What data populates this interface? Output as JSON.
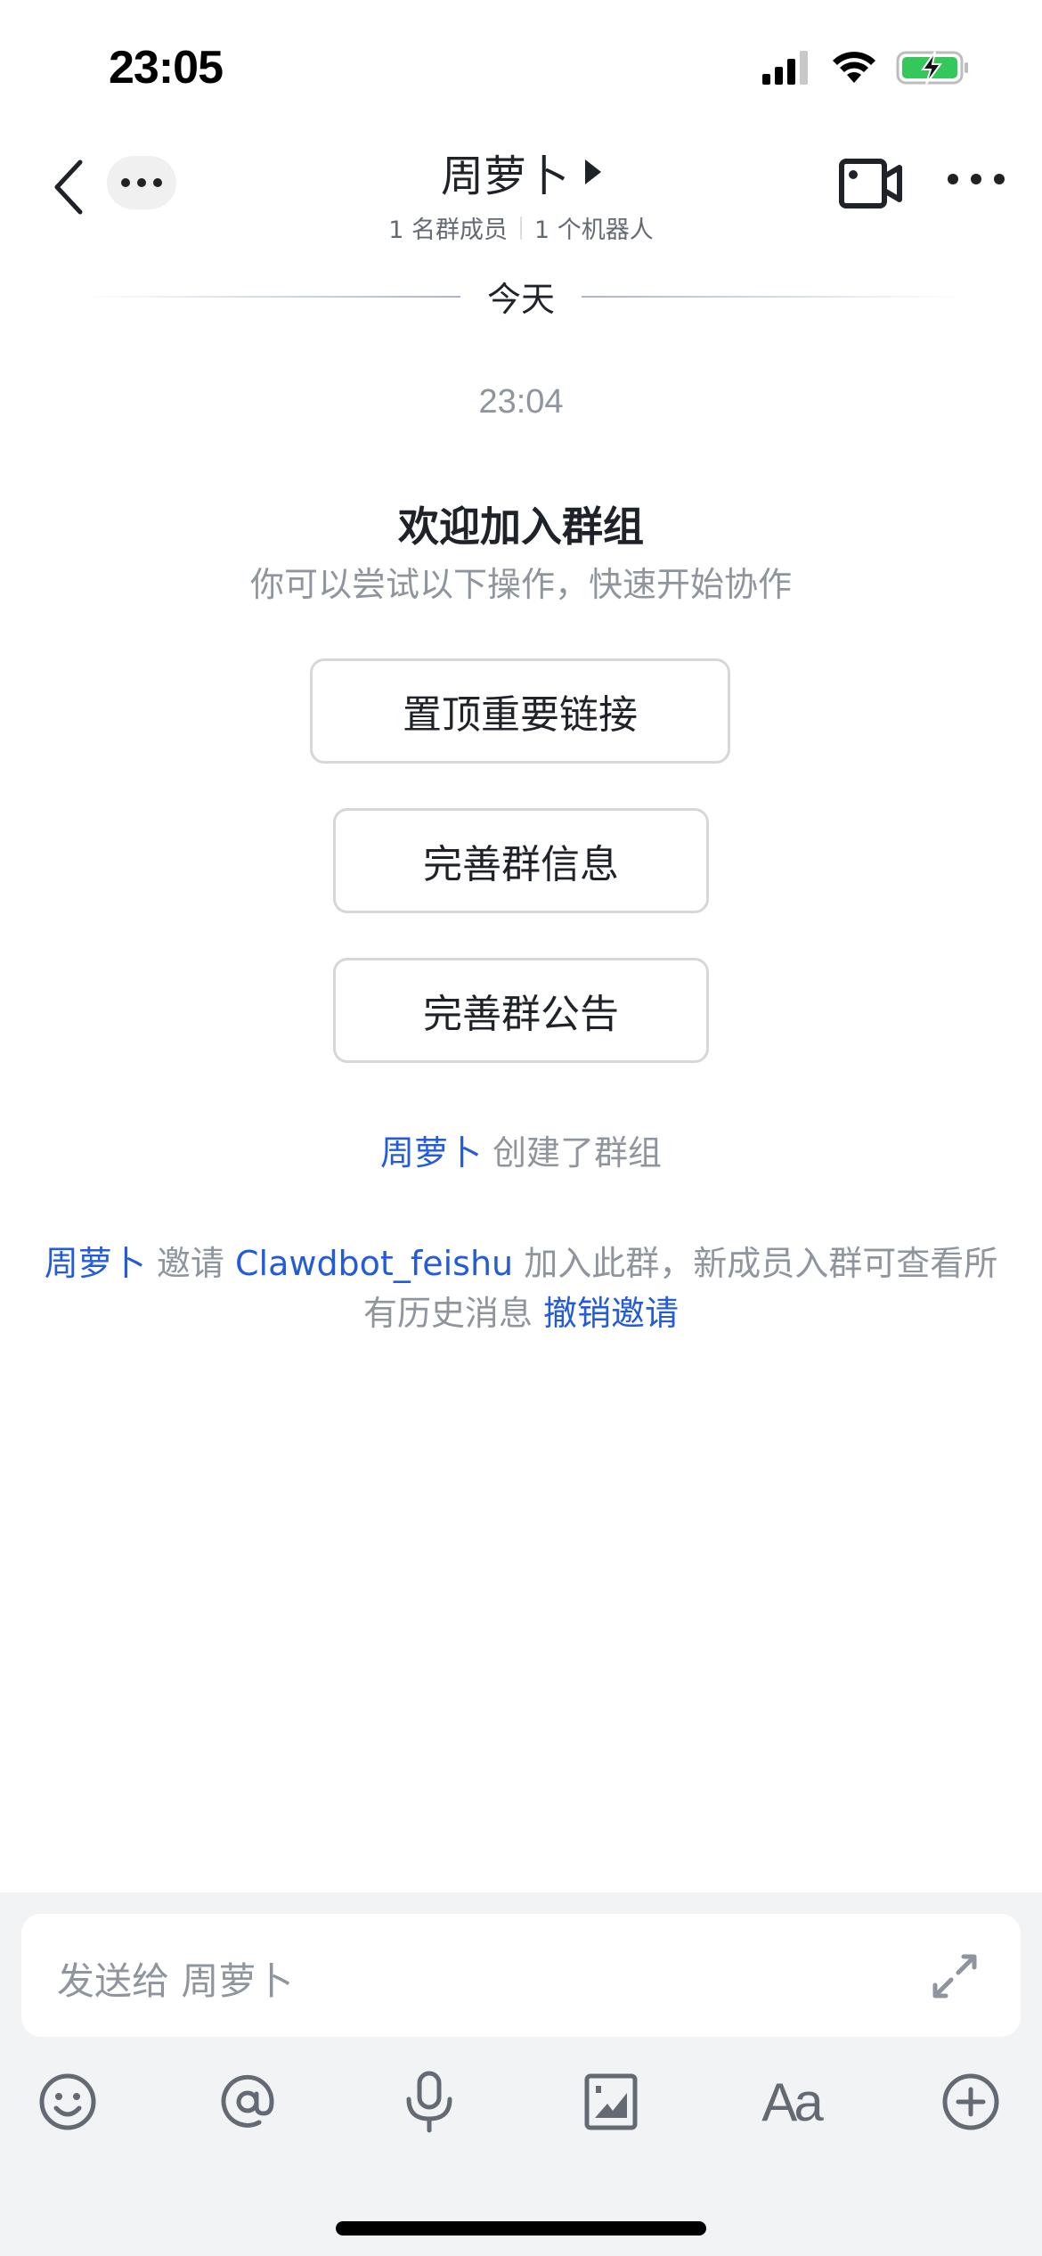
{
  "status_bar": {
    "time": "23:05",
    "icons": [
      "cellular-signal-icon",
      "wifi-icon",
      "battery-charging-icon"
    ],
    "battery_color": "#34c759"
  },
  "nav": {
    "back_icon": "chevron-left-icon",
    "more_pill_icon": "ellipsis-icon",
    "title": "周萝卜",
    "title_icon": "caret-right-icon",
    "members": "1 名群成员",
    "bots": "1 个机器人",
    "video_icon": "video-camera-icon",
    "menu_icon": "ellipsis-icon"
  },
  "chat": {
    "date_divider": "今天",
    "message_time": "23:04",
    "welcome": {
      "title": "欢迎加入群组",
      "subtitle": "你可以尝试以下操作，快速开始协作",
      "actions": [
        {
          "label": "置顶重要链接"
        },
        {
          "label": "完善群信息"
        },
        {
          "label": "完善群公告"
        }
      ]
    },
    "system_messages": {
      "created": {
        "actor": "周萝卜",
        "text": "创建了群组"
      },
      "invite": {
        "actor": "周萝卜",
        "verb": "邀请",
        "invitee": "Clawdbot_feishu",
        "text": "加入此群，新成员入群可查看所有历史消息",
        "action_link": "撤销邀请"
      }
    },
    "link_color": "#245bdb"
  },
  "composer": {
    "placeholder": "发送给 周萝卜",
    "expand_icon": "expand-arrows-icon",
    "tools": [
      {
        "name": "emoji-icon"
      },
      {
        "name": "mention-icon"
      },
      {
        "name": "microphone-icon"
      },
      {
        "name": "image-icon"
      },
      {
        "name": "text-format-icon",
        "label": "Aa"
      },
      {
        "name": "add-circle-icon"
      }
    ]
  }
}
